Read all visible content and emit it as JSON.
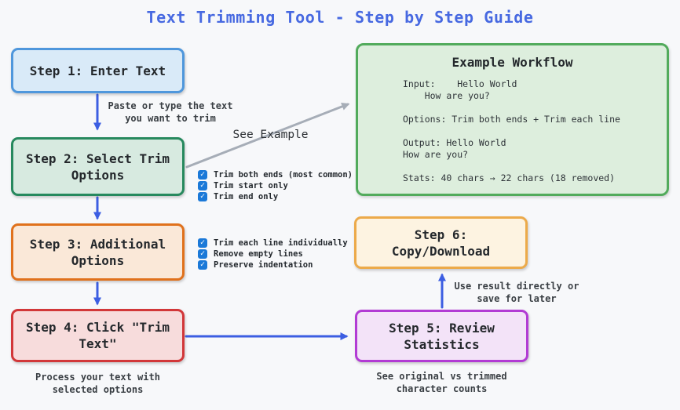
{
  "title": "Text Trimming Tool - Step by Step Guide",
  "colors": {
    "page_bg": "#f7f8fa",
    "title_text": "#4769e1",
    "arrow_blue": "#3c5ee2",
    "arrow_gray": "#a6adb7",
    "checkbox_blue": "#1b79d8"
  },
  "icons": {
    "check": "✓"
  },
  "steps": {
    "step1": {
      "label": "Step 1: Enter Text",
      "border": "#4f97dc",
      "fill": "#d9eaf8"
    },
    "step2": {
      "label": "Step 2: Select Trim\nOptions",
      "border": "#27895e",
      "fill": "#d7eae0"
    },
    "step3": {
      "label": "Step 3: Additional\nOptions",
      "border": "#e0711c",
      "fill": "#fae8d8"
    },
    "step4": {
      "label": "Step 4: Click \"Trim\nText\"",
      "border": "#d23739",
      "fill": "#f7dcdc"
    },
    "step5": {
      "label": "Step 5: Review\nStatistics",
      "border": "#b23bd4",
      "fill": "#f3e3f8"
    },
    "step6": {
      "label": "Step 6:\nCopy/Download",
      "border": "#ecaa4a",
      "fill": "#fdf3e1"
    }
  },
  "annotations": {
    "paste": "Paste or type the text\nyou want to trim",
    "see_example": "See Example",
    "process": "Process your text with\nselected options",
    "stats": "See original vs trimmed\ncharacter counts",
    "use_result": "Use result directly or\nsave for later"
  },
  "checkbox_groups": {
    "trim_options": {
      "items": [
        "Trim both ends (most common)",
        "Trim start only",
        "Trim end only"
      ],
      "checked": [
        true,
        true,
        true
      ]
    },
    "additional_options": {
      "items": [
        "Trim each line individually",
        "Remove empty lines",
        "Preserve indentation"
      ],
      "checked": [
        true,
        true,
        true
      ]
    }
  },
  "example": {
    "title": "Example Workflow",
    "border": "#52ab5c",
    "fill": "#ddeedd",
    "body": "Input:    Hello World\n    How are you?\n\nOptions: Trim both ends + Trim each line\n\nOutput: Hello World\nHow are you?\n\nStats: 40 chars → 22 chars (18 removed)"
  }
}
